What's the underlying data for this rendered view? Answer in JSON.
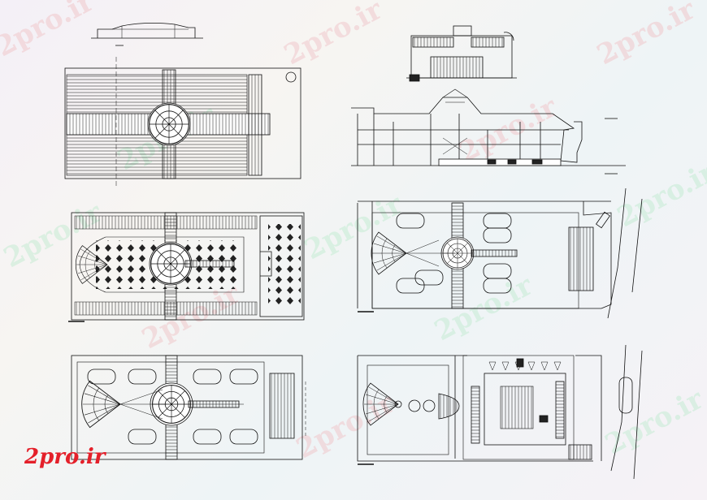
{
  "watermarks": [
    "2pro.ir",
    "2pro.ir",
    "2pro.ir",
    "2pro.ir",
    "2pro.ir",
    "2pro.ir",
    "2pro.ir",
    "2pro.ir",
    "2pro.ir",
    "2pro.ir",
    "2pro.ir",
    "2pro.ir"
  ],
  "brand_logo": "2pro.ir",
  "colors": {
    "line": "#111111",
    "accent": "#e4202a",
    "watermark_pink": "#f0c8cc",
    "watermark_green": "#c6ecd4"
  },
  "drawings": [
    "roof-section",
    "roof-plan",
    "front-elevation",
    "side-section",
    "floor-plan-ground",
    "floor-plan-first",
    "floor-plan-second",
    "floor-plan-basement"
  ]
}
